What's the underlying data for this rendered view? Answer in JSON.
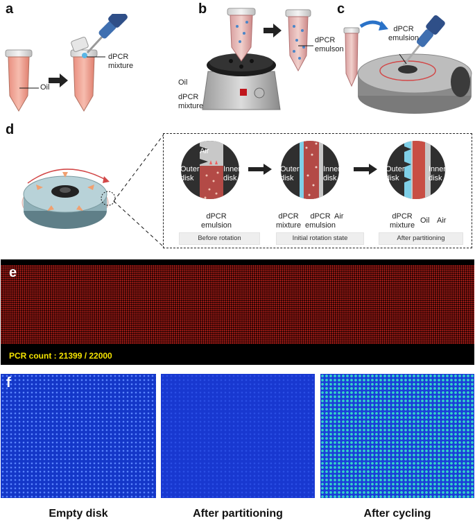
{
  "panels": {
    "a": "a",
    "b": "b",
    "c": "c",
    "d": "d",
    "e": "e",
    "f": "f"
  },
  "panel_a": {
    "oil_label": "Oil",
    "dpcr_mixture_label": "dPCR\nmixture",
    "tube3_oil_label": "Oil",
    "tube3_mixture_label": "dPCR\nmixture"
  },
  "panel_b": {
    "emulsion_label": "dPCR\nemulson"
  },
  "panel_c": {
    "emulsion_label": "dPCR\nemulsion"
  },
  "panel_d": {
    "stage1": {
      "air": "Air",
      "outer": "Outer\ndisk",
      "inner": "Inner\ndisk",
      "emulsion": "dPCR\nemulsion",
      "caption": "Before rotation"
    },
    "stage2": {
      "outer": "Outer\ndisk",
      "inner": "Inner\ndisk",
      "mixture": "dPCR\nmixture",
      "emulsion": "dPCR\nemulsion",
      "air": "Air",
      "caption": "Initial rotation state"
    },
    "stage3": {
      "outer": "Outer\ndisk",
      "inner": "Inner\ndisk",
      "mixture": "dPCR\nmixture",
      "oil": "Oil",
      "air": "Air",
      "caption": "After partitioning"
    }
  },
  "panel_e": {
    "count_text": "PCR count : 21399 / 22000",
    "count_color": "#f5e400",
    "dot_color": "#d0261e"
  },
  "panel_f": {
    "captions": [
      "Empty disk",
      "After partitioning",
      "After cycling"
    ],
    "colors": {
      "blue": "#1a3fd8",
      "cyan": "#35d6c8"
    }
  }
}
